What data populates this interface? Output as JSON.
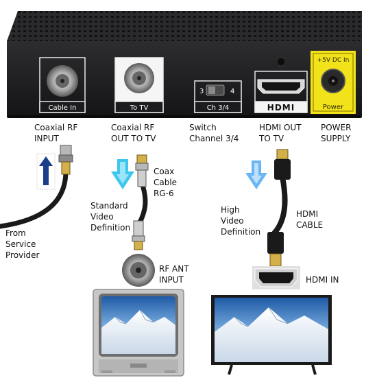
{
  "device": {
    "ports": {
      "cable_in": "Cable In",
      "to_tv": "To TV",
      "switch_left": "3",
      "switch_right": "4",
      "channel_label": "Ch 3/4",
      "hdmi_logo": "HDMI",
      "hdmi_caption": "HDMI",
      "power_rating": "+5V DC In",
      "power_label": "Power"
    }
  },
  "labels": {
    "coax_rf_input": [
      "Coaxial RF",
      "INPUT"
    ],
    "coax_rf_out": [
      "Coaxial RF",
      "OUT TO TV"
    ],
    "switch_channel": [
      "Switch",
      "Channel 3/4"
    ],
    "hdmi_out": [
      "HDMI OUT",
      "TO TV"
    ],
    "power_supply": [
      "POWER",
      "SUPPLY"
    ],
    "from_provider": [
      "From",
      "Service",
      "Provider"
    ],
    "coax_cable": [
      "Coax",
      "Cable",
      "RG-6"
    ],
    "standard_def": [
      "Standard",
      "Video",
      "Definition"
    ],
    "high_def": [
      "High",
      "Video",
      "Definition"
    ],
    "hdmi_cable": [
      "HDMI",
      "CABLE"
    ],
    "rf_ant_input": [
      "RF ANT",
      "INPUT"
    ],
    "hdmi_in": "HDMI IN"
  },
  "colors": {
    "device_body": "#1c1c1e",
    "device_top": "#2b2b2e",
    "power_highlight": "#f2e21a",
    "arrow_dark_blue": "#1d3f8a",
    "arrow_cyan": "#3ec6ee",
    "arrow_light_blue": "#6ab6f4",
    "cable": "#1a1a1a",
    "screen_sky": "#3b7fc4"
  }
}
